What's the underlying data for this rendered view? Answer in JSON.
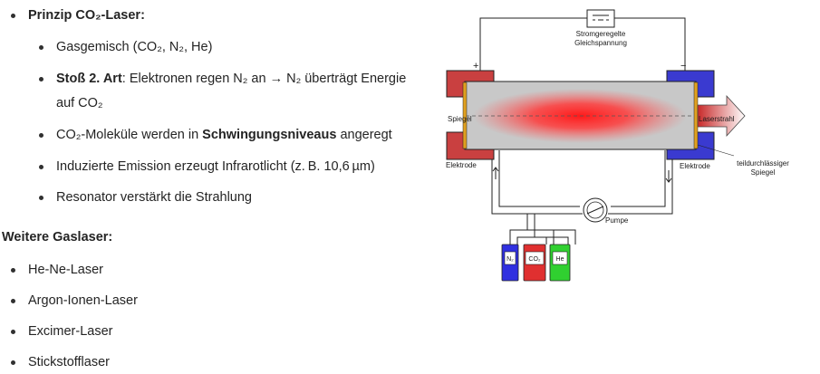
{
  "section1": {
    "heading": "Prinzip CO₂-Laser:",
    "items": [
      [
        {
          "t": "Gasgemisch (CO₂, N₂, He)"
        }
      ],
      [
        {
          "t": "Stoß 2. Art",
          "b": true
        },
        {
          "t": ": Elektronen regen N₂ an → N₂ überträgt Energie"
        }
      ],
      [
        {
          "t": "auf CO₂"
        }
      ],
      [
        {
          "t": "CO₂-Moleküle werden in "
        },
        {
          "t": "Schwingungsniveaus",
          "b": true
        },
        {
          "t": " angeregt"
        }
      ],
      [
        {
          "t": "Induzierte Emission erzeugt Infrarotlicht (z. B. 10,6 µm)"
        }
      ],
      [
        {
          "t": "Resonator verstärkt die Strahlung"
        }
      ]
    ]
  },
  "section2": {
    "heading": "Weitere Gaslaser:",
    "items": [
      "He-Ne-Laser",
      "Argon-Ionen-Laser",
      "Excimer-Laser",
      "Stickstofflaser"
    ]
  },
  "diagram": {
    "power_label_1": "Stromgeregelte",
    "power_label_2": "Gleichspannung",
    "plus": "+",
    "minus": "−",
    "mirror_left": "Spiegel",
    "laser_beam": "Laserstrahl",
    "electrode_left": "Elektrode",
    "electrode_right": "Elektrode",
    "partial_mirror_1": "teildurchlässiger",
    "partial_mirror_2": "Spiegel",
    "pump": "Pumpe",
    "gas_n2": "N₂",
    "gas_co2": "CO₂",
    "gas_he": "He",
    "colors": {
      "electrode_pos": "#c94040",
      "electrode_neg": "#3a3ad0",
      "tube": "#c8c8c8",
      "plasma": "#ff2a2a",
      "beam": "#c83232",
      "bottle_n2": "#3030e0",
      "bottle_co2": "#e03030",
      "bottle_he": "#30d030"
    }
  }
}
